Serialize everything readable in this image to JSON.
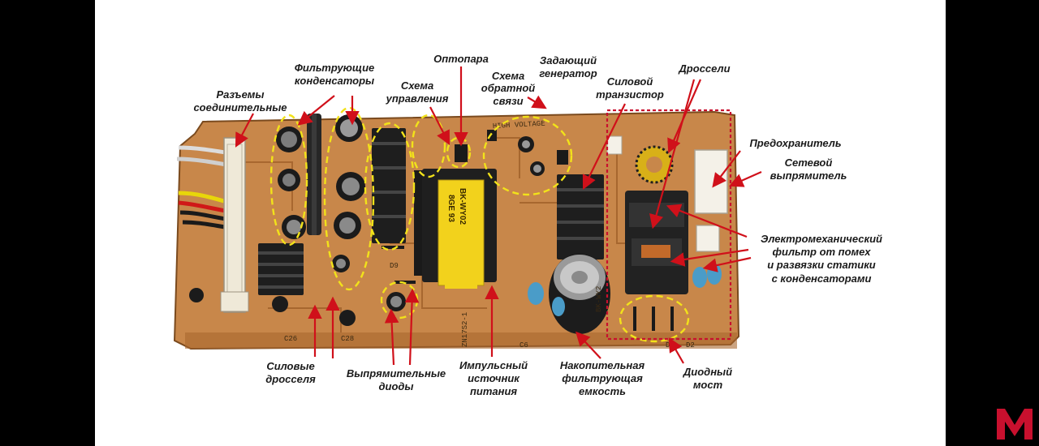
{
  "labels": {
    "connectors": [
      "Разъемы",
      "соединительные"
    ],
    "filter_caps": [
      "Фильтрующие",
      "конденсаторы"
    ],
    "optocoupler": [
      "Оптопара"
    ],
    "master_osc": [
      "Задающий",
      "генератор"
    ],
    "control_circuit": [
      "Схема",
      "управления"
    ],
    "feedback": [
      "Схема",
      "обратной",
      "связи"
    ],
    "power_transistor": [
      "Силовой",
      "транзистор"
    ],
    "chokes": [
      "Дроссели"
    ],
    "fuse": [
      "Предохранитель"
    ],
    "mains_rectifier": [
      "Сетевой",
      "выпрямитель"
    ],
    "emi_filter": [
      "Электромеханический",
      "фильтр от помех",
      "и развязки статики",
      "с конденсаторами"
    ],
    "power_chokes": [
      "Силовые",
      "дросселя"
    ],
    "rectifier_diodes": [
      "Выпрямительные",
      "диоды"
    ],
    "switching_supply": [
      "Импульсный",
      "источник",
      "питания"
    ],
    "storage_cap": [
      "Накопительная",
      "фильтрующая",
      "емкость"
    ],
    "diode_bridge": [
      "Диодный",
      "мост"
    ]
  },
  "board_markings": {
    "transformer": [
      "BK-WY02",
      "8GE 93"
    ],
    "model": "ZN17S2-1",
    "high_voltage": "HIGH VOLTAGE",
    "silk": [
      "C28",
      "D9",
      "D2",
      "D3",
      "C6",
      "C26",
      "BK-WY2"
    ]
  },
  "logo": {
    "letter": "M"
  },
  "colors": {
    "arrow": "#d0101a",
    "outline": "#f2e21a",
    "box": "#c8102e",
    "pcb": "#c8874a",
    "logo": "#c8102e"
  }
}
